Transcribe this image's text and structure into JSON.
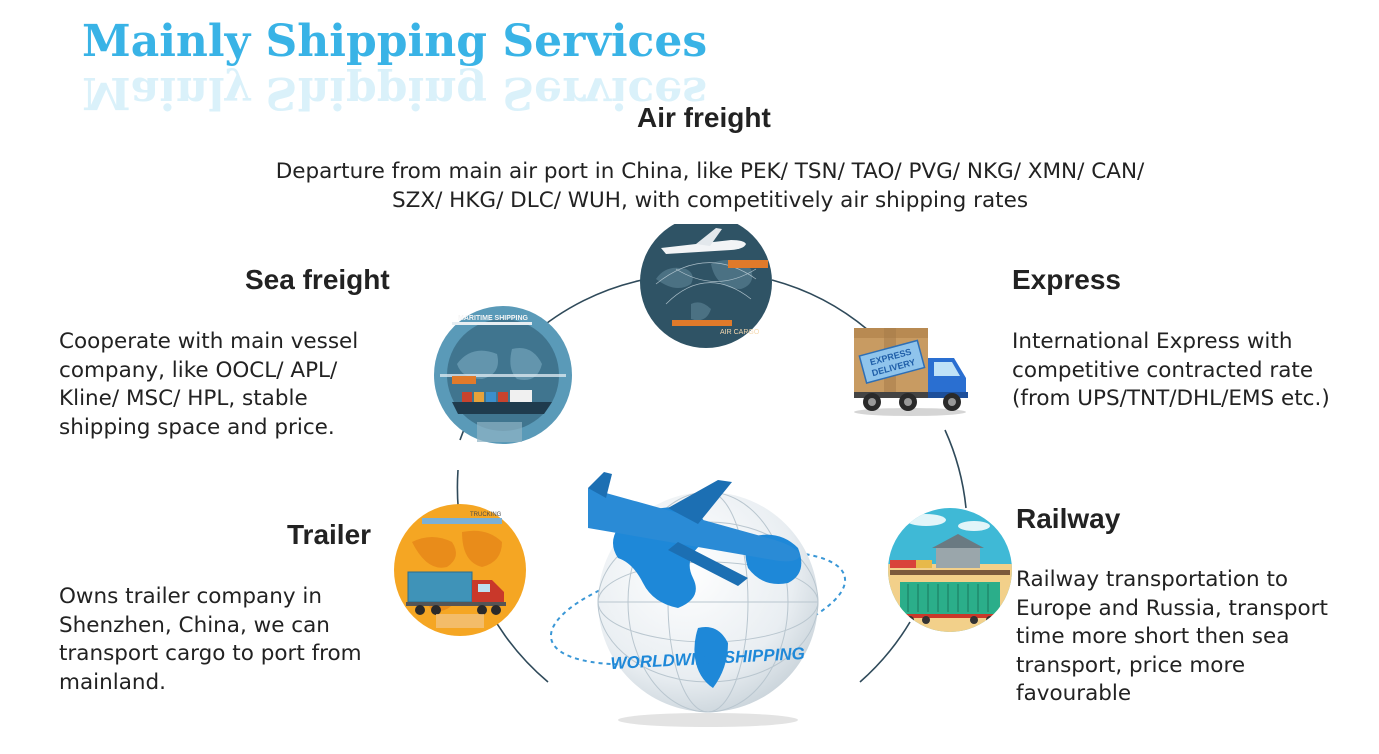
{
  "title": "Mainly Shipping Services",
  "services": {
    "air": {
      "heading": "Air freight",
      "line1": "Departure from main air port in China, like PEK/ TSN/ TAO/ PVG/ NKG/ XMN/ CAN/",
      "line2": "SZX/ HKG/ DLC/ WUH, with competitively air shipping rates",
      "icon_text": "AIR CARGO"
    },
    "sea": {
      "heading": "Sea freight",
      "lines": [
        "Cooperate with main vessel",
        "company, like OOCL/ APL/",
        "Kline/ MSC/ HPL, stable",
        "shipping space and price."
      ],
      "icon_text": "MARITIME SHIPPING"
    },
    "express": {
      "heading": "Express",
      "lines": [
        "International Express with",
        "competitive contracted rate",
        "(from UPS/TNT/DHL/EMS etc.)"
      ],
      "icon_text_1": "EXPRESS",
      "icon_text_2": "DELIVERY"
    },
    "trailer": {
      "heading": "Trailer",
      "lines": [
        "Owns trailer company in",
        "Shenzhen, China, we can",
        "transport cargo to port from",
        "mainland."
      ],
      "icon_text": "TRUCKING"
    },
    "railway": {
      "heading": "Railway",
      "lines": [
        "Railway transportation to",
        "Europe and Russia, transport",
        "time more short then sea",
        "transport, price more",
        "favourable"
      ]
    }
  },
  "center_badge": "WORLDWIDE SHIPPING",
  "colors": {
    "title": "#39b3e6",
    "ring": "#2f4a5a",
    "globe_blue": "#1e88d8",
    "sea_bg": "#5a9ab8",
    "air_bg": "#2f5365",
    "trailer_bg": "#f5a623",
    "railway_bg": "#3fb9d6"
  }
}
